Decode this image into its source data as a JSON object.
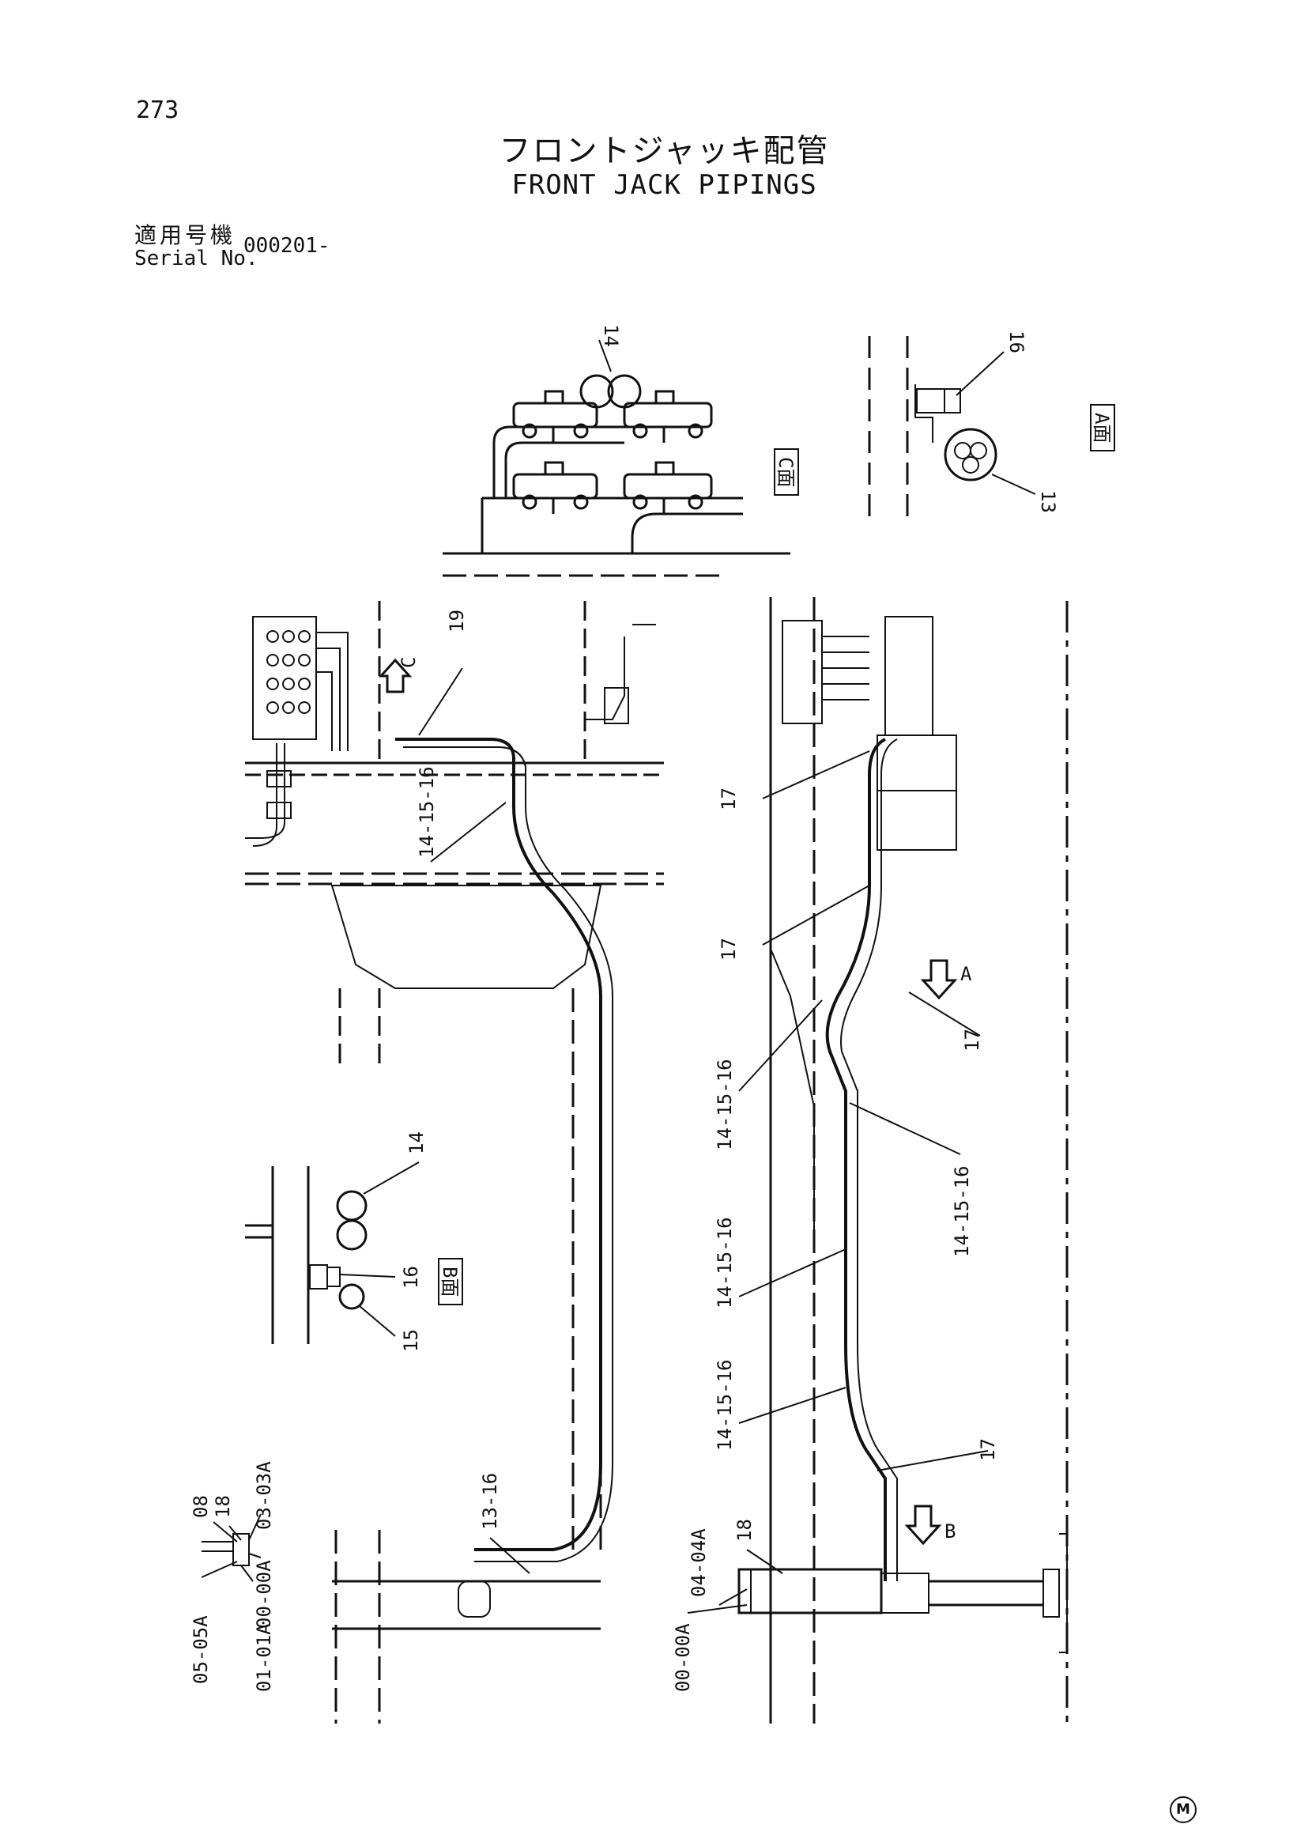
{
  "page": {
    "number": "273",
    "title_jp": "フロントジャッキ配管",
    "title_en": "FRONT JACK PIPINGS",
    "serial_label_jp": "適用号機",
    "serial_label_en": "Serial No.",
    "serial_value": "000201-",
    "corner_mark": "M"
  },
  "views": {
    "c": "C面",
    "a": "A面",
    "b": "B面",
    "arrow_c": "C",
    "arrow_a": "A",
    "arrow_b": "B"
  },
  "callouts": {
    "c14": "14",
    "a16": "16",
    "a13": "13",
    "p19": "19",
    "p14_15_16_a": "14-15-16",
    "r17_a": "17",
    "r17_b": "17",
    "r17_c": "17",
    "r14_15_16_a": "14-15-16",
    "r14_15_16_b": "14-15-16",
    "r14_15_16_c": "14-15-16",
    "r14_15_16_d": "14-15-16",
    "r17_d": "17",
    "b14": "14",
    "b16": "16",
    "b15": "15",
    "p13_16": "13-16",
    "d08": "08",
    "d18": "18",
    "d03_03a": "03-03A",
    "d00_00a": "00-00A",
    "d05_05a": "05-05A",
    "d01_01a": "01-01A",
    "r18": "18",
    "r04_04a": "04-04A",
    "r00_00a": "00-00A"
  }
}
